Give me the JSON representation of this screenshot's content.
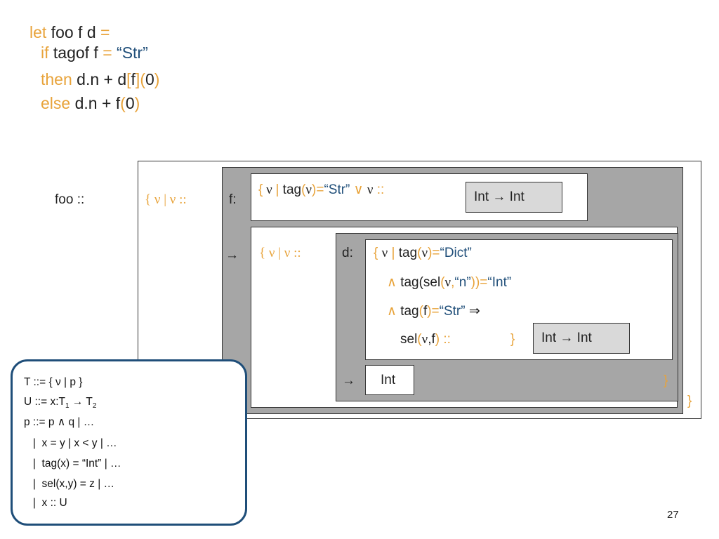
{
  "code": {
    "line1": {
      "kw_let": "let",
      "body": " foo f d ",
      "eq": "="
    },
    "line2": {
      "kw_if": "if",
      "body": " tagof f ",
      "eq": "=",
      "str": " “Str”"
    },
    "line3": {
      "kw_then": "then",
      "pre": " d.n + d",
      "lb": "[",
      "f": "f",
      "rb": "]",
      "lp": "(",
      "zero": "0",
      "rp": ")"
    },
    "line4": {
      "kw_else": "else",
      "pre": " d.n + f",
      "lp": "(",
      "zero": "0",
      "rp": ")"
    }
  },
  "diagram": {
    "foo_label": "foo ::",
    "outer_open": "{ ν | ν ::",
    "outer_close": "}",
    "f_label": "f:",
    "f_refine_open": "{",
    "f_refine_nu": " ν ",
    "f_refine_bar": "|",
    "f_refine_tag": " tag",
    "f_refine_lp": "(",
    "f_refine_nu2": "ν",
    "f_refine_rp_eq": ")=",
    "f_refine_str": "“Str”",
    "f_refine_or": " ∨ ",
    "f_refine_nu3": "ν",
    "f_refine_colons": " ::",
    "int_int_1": "Int → Int",
    "arrow1": "→",
    "inner_open": "{ ν | ν ::",
    "inner_close": "}",
    "d_label": "d:",
    "d_open": "{ ",
    "d_nu": "ν",
    "d_bar": " | ",
    "d_tag": "tag",
    "d_lp": "(",
    "d_nu2": "ν",
    "d_rp_eq": ")=",
    "d_dict": "“Dict”",
    "d_and1": "∧ ",
    "d_tag_sel": "tag(sel",
    "d_lp2": "(",
    "d_nu3": "ν",
    "d_comma": ",",
    "d_n": "“n”",
    "d_rp2": "))=",
    "d_int": "“Int”",
    "d_and2": "∧ ",
    "d_tag_f": "tag",
    "d_lp3": "(",
    "d_f": "f",
    "d_rp3": ")=",
    "d_str": "“Str”",
    "d_implies": " ⇒",
    "d_sel": "sel",
    "d_lp4": "(",
    "d_nu4": "ν",
    "d_comma2": ",f",
    "d_rp4": ") ::",
    "d_close": "}",
    "int_int_2": "Int → Int",
    "arrow2": "→",
    "int_box": "Int"
  },
  "grammar": {
    "line1": "T ::= { ν | p }",
    "line2_a": "U ::= x:T",
    "line2_sub1": "1",
    "line2_b": " → T",
    "line2_sub2": "2",
    "line3": "p ::= p ∧ q | …",
    "line4": "   |  x = y | x < y | …",
    "line5": "   |  tag(x) = “Int” | …",
    "line6": "   |  sel(x,y) = z | …",
    "line7": "   |  x :: U"
  },
  "page_number": "27",
  "colors": {
    "keyword": "#e8a33a",
    "string": "#1f4e79",
    "box_gray": "#a6a6a6",
    "grammar_border": "#1f4e79"
  }
}
